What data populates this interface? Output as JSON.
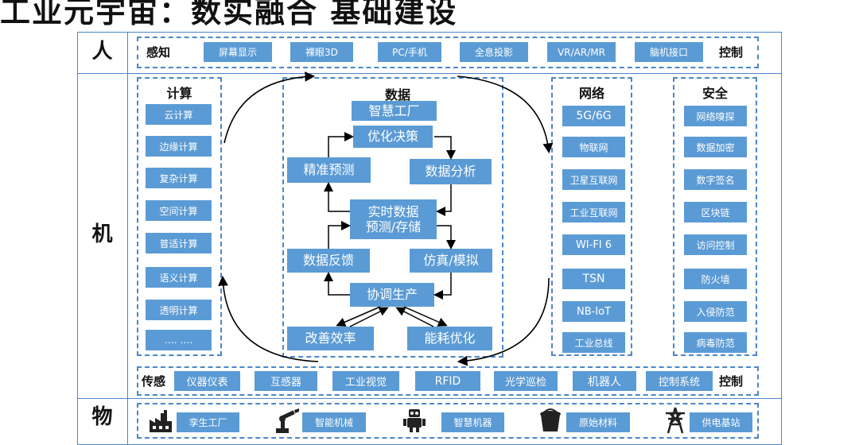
{
  "title": "工业元宇宙：数实融合 基础建设",
  "layers": {
    "human": "人",
    "machine": "机",
    "object": "物"
  },
  "perception": {
    "label": "感知",
    "items": [
      "屏幕显示",
      "裸眼3D",
      "PC/手机",
      "全息投影",
      "VR/AR/MR",
      "脑机接口"
    ],
    "end_label": "控制"
  },
  "compute": {
    "title": "计算",
    "items": [
      "云计算",
      "边缘计算",
      "复杂计算",
      "空间计算",
      "普适计算",
      "语义计算",
      "透明计算",
      "…. …."
    ]
  },
  "data": {
    "title": "数据",
    "smart_factory": "智慧工厂",
    "optimize": "优化决策",
    "predict": "精准预测",
    "analysis": "数据分析",
    "realtime_1": "实时数据",
    "realtime_2": "预测/存储",
    "feedback": "数据反馈",
    "simulate": "仿真/模拟",
    "coordinate": "协调生产",
    "efficiency": "改善效率",
    "energy": "能耗优化"
  },
  "network": {
    "title": "网络",
    "items": [
      "5G/6G",
      "物联网",
      "卫星互联网",
      "工业互联网",
      "WI-FI 6",
      "TSN",
      "NB-IoT",
      "工业总线"
    ]
  },
  "security": {
    "title": "安全",
    "items": [
      "网络嗅探",
      "数据加密",
      "数字签名",
      "区块链",
      "访问控制",
      "防火墙",
      "入侵防范",
      "病毒防范"
    ]
  },
  "sensing": {
    "label": "传感",
    "items": [
      "仪器仪表",
      "互感器",
      "工业视觉",
      "RFID",
      "光学巡检",
      "机器人",
      "控制系统"
    ],
    "end_label": "控制"
  },
  "objects": {
    "items": [
      {
        "label": "孪生工厂",
        "icon": "factory-icon"
      },
      {
        "label": "智能机械",
        "icon": "robot-arm-icon"
      },
      {
        "label": "智慧机器",
        "icon": "robot-icon"
      },
      {
        "label": "原始材料",
        "icon": "bucket-icon"
      },
      {
        "label": "供电基站",
        "icon": "power-tower-icon"
      }
    ]
  },
  "colors": {
    "box": "#5b9bd5",
    "border": "#4a86c8",
    "arrow": "#000000"
  }
}
